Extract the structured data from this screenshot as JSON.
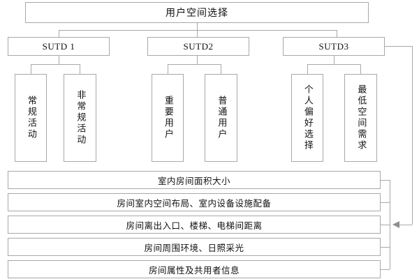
{
  "diagram": {
    "title": "用户空间选择",
    "root": {
      "label": "用户空间选择"
    },
    "branches": [
      {
        "label": "SUTD 1",
        "children": [
          {
            "label": "常规活动"
          },
          {
            "label": "非常规活动"
          }
        ]
      },
      {
        "label": "SUTD2",
        "children": [
          {
            "label": "重要用户"
          },
          {
            "label": "普通用户"
          }
        ]
      },
      {
        "label": "SUTD3",
        "children": [
          {
            "label": "个人偏好选择"
          },
          {
            "label": "最低空间需求"
          }
        ]
      }
    ],
    "attributes": [
      {
        "label": "室内房间面积大小"
      },
      {
        "label": "房间室内空间布局、室内设备设施配备"
      },
      {
        "label": "房间离出入口、楼梯、电梯间距离"
      },
      {
        "label": "房间周围环境、日照采光"
      },
      {
        "label": "房间属性及共用者信息"
      }
    ],
    "colors": {
      "line": "#a8a8a8",
      "arrow": "#8f8f8f",
      "box_fill": "#ffffff",
      "text": "#111111"
    }
  }
}
